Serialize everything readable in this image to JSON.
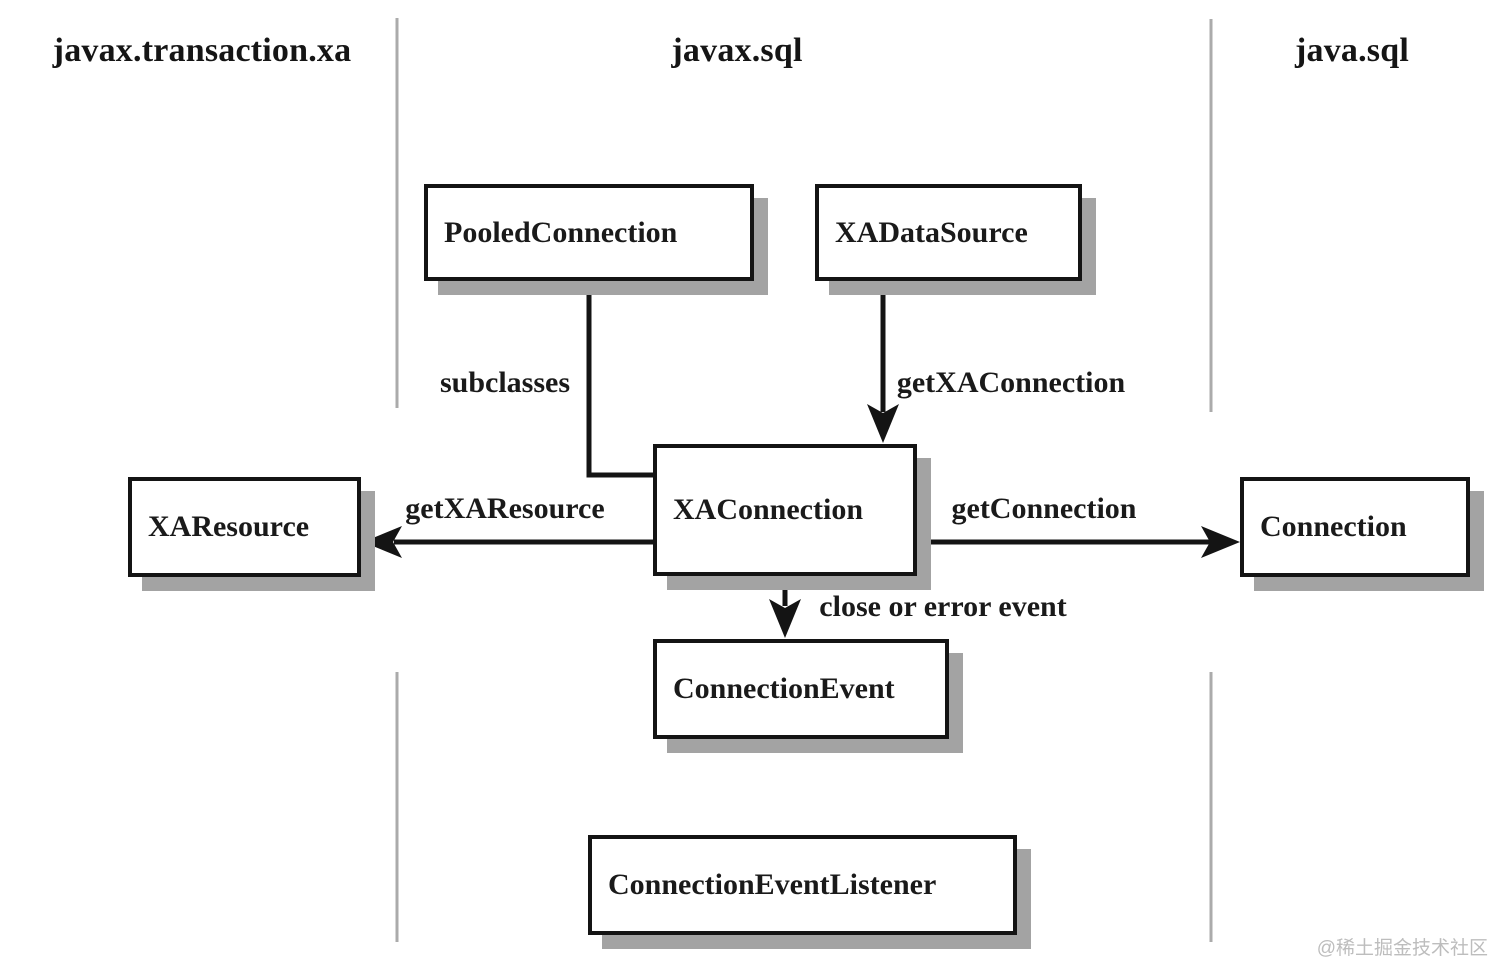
{
  "diagram": {
    "packages": {
      "left": "javax.transaction.xa",
      "center": "javax.sql",
      "right": "java.sql"
    },
    "classes": {
      "pooled_connection": "PooledConnection",
      "xa_data_source": "XADataSource",
      "xa_connection": "XAConnection",
      "xa_resource": "XAResource",
      "connection": "Connection",
      "connection_event": "ConnectionEvent",
      "connection_event_listener": "ConnectionEventListener"
    },
    "edge_labels": {
      "subclasses": "subclasses",
      "get_xa_connection": "getXAConnection",
      "get_xa_resource": "getXAResource",
      "get_connection": "getConnection",
      "close_or_error": "close or error event"
    },
    "colors": {
      "line": "#141414",
      "divider": "#ababab",
      "box_shadow": "#a3a3a3",
      "background": "#ffffff",
      "watermark_text": "#bdbdbd"
    },
    "watermark": "@稀土掘金技术社区"
  }
}
